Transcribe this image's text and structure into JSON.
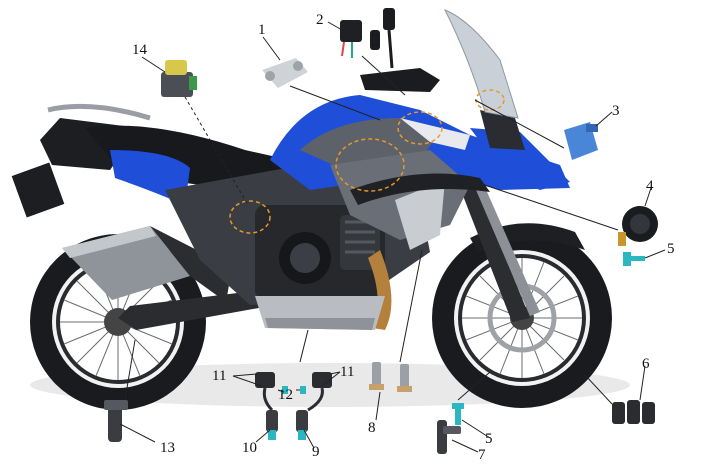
{
  "callouts": [
    "1",
    "2",
    "3",
    "4",
    "5",
    "5",
    "6",
    "7",
    "8",
    "9",
    "10",
    "11",
    "11",
    "12",
    "13",
    "14"
  ],
  "colors": {
    "body_blue": "#1f4fd8",
    "body_dark": "#1c1e22",
    "frame_grey": "#5d6169",
    "silver": "#a9adb3",
    "highlight_orange": "#e59a2b",
    "part_blue": "#4a86d8",
    "sensor_teal": "#2bb7c2"
  },
  "icons": {
    "part_1": "bank-angle-sensor-icon",
    "part_2": "relay-icon",
    "part_3": "blue-module-icon",
    "part_4": "horn-icon",
    "part_5": "bolt-icon",
    "part_6": "connector-caps-icon",
    "part_7": "speed-sensor-icon",
    "part_8": "temperature-sensor-icon",
    "part_9": "oxygen-sensor-icon",
    "part_10": "oxygen-sensor-icon",
    "part_11": "ignition-coil-icon",
    "part_12": "spark-plug-cap-icon",
    "part_13": "crank-sensor-icon",
    "part_14": "ecu-icon"
  }
}
